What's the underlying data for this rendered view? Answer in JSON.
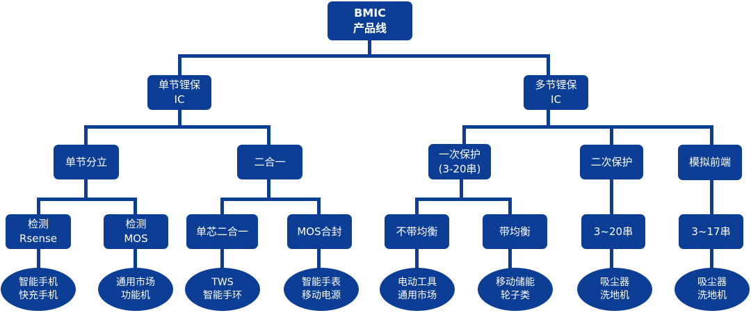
{
  "colors": {
    "node": "#0c3e96",
    "text": "#ffffff",
    "background": "#ffffff"
  },
  "root": {
    "line1": "BMIC",
    "line2": "产品线"
  },
  "level1": [
    {
      "line1": "单节锂保",
      "line2": "IC"
    },
    {
      "line1": "多节锂保",
      "line2": "IC"
    }
  ],
  "level2": [
    {
      "line1": "单节分立"
    },
    {
      "line1": "二合一"
    },
    {
      "line1": "一次保护",
      "line2": "(3-20串)"
    },
    {
      "line1": "二次保护"
    },
    {
      "line1": "模拟前端"
    }
  ],
  "level3": [
    {
      "line1": "检测",
      "line2": "Rsense"
    },
    {
      "line1": "检测",
      "line2": "MOS"
    },
    {
      "line1": "单芯二合一"
    },
    {
      "line1": "MOS合封"
    },
    {
      "line1": "不带均衡"
    },
    {
      "line1": "带均衡"
    },
    {
      "line1": "3~20串"
    },
    {
      "line1": "3~17串"
    }
  ],
  "applications": [
    {
      "line1": "智能手机",
      "line2": "快充手机"
    },
    {
      "line1": "通用市场",
      "line2": "功能机"
    },
    {
      "line1": "TWS",
      "line2": "智能手环"
    },
    {
      "line1": "智能手表",
      "line2": "移动电源"
    },
    {
      "line1": "电动工具",
      "line2": "通用市场"
    },
    {
      "line1": "移动储能",
      "line2": "轮子类"
    },
    {
      "line1": "吸尘器",
      "line2": "洗地机"
    },
    {
      "line1": "吸尘器",
      "line2": "洗地机"
    }
  ]
}
